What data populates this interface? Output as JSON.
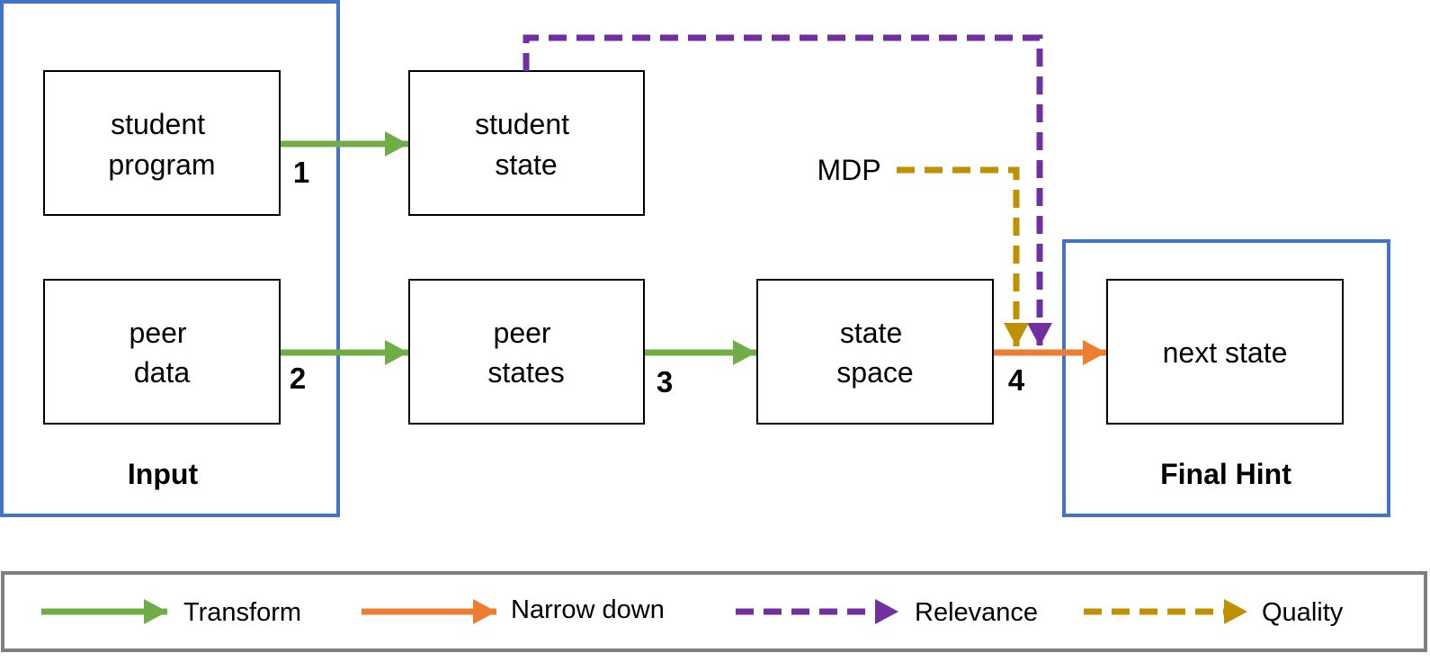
{
  "groups": {
    "input": {
      "title": "Input"
    },
    "final": {
      "title": "Final Hint"
    }
  },
  "nodes": {
    "student_program": {
      "line1": "student",
      "line2": "program"
    },
    "peer_data": {
      "line1": "peer",
      "line2": "data"
    },
    "student_state": {
      "line1": "student",
      "line2": "state"
    },
    "peer_states": {
      "line1": "peer",
      "line2": "states"
    },
    "state_space": {
      "line1": "state",
      "line2": "space"
    },
    "next_state": {
      "line1": "next state"
    },
    "mdp": {
      "label": "MDP"
    }
  },
  "steps": [
    "1",
    "2",
    "3",
    "4"
  ],
  "legend": {
    "transform": "Transform",
    "narrow_down": "Narrow down",
    "relevance": "Relevance",
    "quality": "Quality"
  },
  "colors": {
    "transform": "#70ad47",
    "narrow_down": "#ed7d31",
    "relevance": "#7030a0",
    "quality": "#bf9000",
    "group_border": "#4472c4",
    "legend_border": "#7f7f7f"
  }
}
